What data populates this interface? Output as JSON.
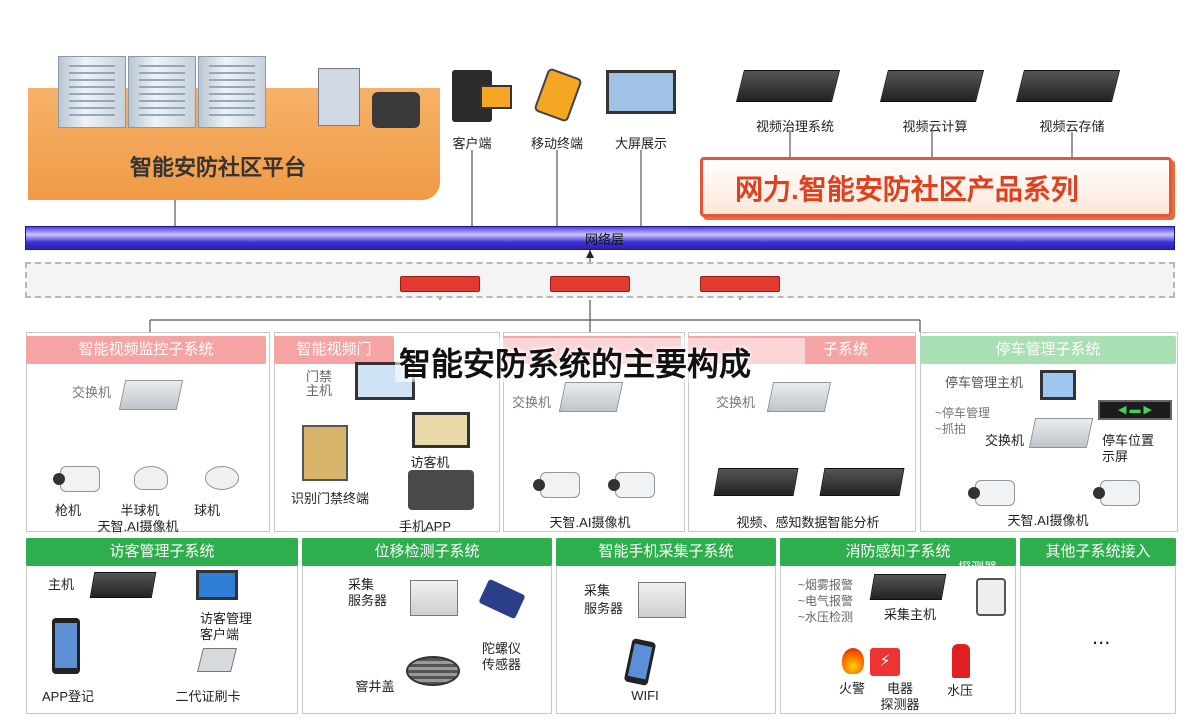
{
  "platform": {
    "title": "智能安防社区平台"
  },
  "top_nodes": {
    "client": "客户端",
    "mobile": "移动终端",
    "big_screen": "大屏展示",
    "video_governance": "视频治理系统",
    "video_cloud_compute": "视频云计算",
    "video_cloud_storage": "视频云存储"
  },
  "product_series": {
    "title": "网力.智能安防社区产品系列"
  },
  "network": {
    "label": "网络层"
  },
  "middle_devices": [
    "",
    "",
    ""
  ],
  "overlay": {
    "title": "智能安防系统的主要构成"
  },
  "upper_subsystems": [
    {
      "title": "智能视频监控子系统",
      "switch": "交换机",
      "gun": "枪机",
      "half": "半球机",
      "ball": "球机",
      "ai": "天智.AI摄像机"
    },
    {
      "title": "智能视频门",
      "host_line1": "门禁",
      "host_line2": "主机",
      "reader": "识别门禁终端",
      "visitor": "访客机",
      "app": "手机APP"
    },
    {
      "title": "",
      "switch": "交换机",
      "ai": "天智.AI摄像机"
    },
    {
      "title": "子系统",
      "switch": "交换机",
      "analysis": "视频、感知数据智能分析"
    },
    {
      "title": "停车管理子系统",
      "host": "停车管理主机",
      "opt1": "~停车管理",
      "opt2": "~抓拍",
      "switch": "交换机",
      "screen_line1": "停车位置",
      "screen_line2": "示屏",
      "ai": "天智.AI摄像机"
    }
  ],
  "lower_subsystems": [
    {
      "title": "访客管理子系统",
      "host": "主机",
      "client_line1": "访客管理",
      "client_line2": "客户端",
      "app": "APP登记",
      "idcard": "二代证刷卡"
    },
    {
      "title": "位移检测子系统",
      "server_line1": "采集",
      "server_line2": "服务器",
      "sensor_line1": "陀螺仪",
      "sensor_line2": "传感器",
      "cover": "窨井盖"
    },
    {
      "title": "智能手机采集子系统",
      "server_line1": "采集",
      "server_line2": "服务器",
      "wifi": "WIFI"
    },
    {
      "title": "消防感知子系统",
      "opt1": "~烟雾报警",
      "opt2": "~电气报警",
      "opt3": "~水压检测",
      "detector": "探测器",
      "host": "采集主机",
      "fire": "火警",
      "elec_line1": "电器",
      "elec_line2": "探测器",
      "water": "水压"
    },
    {
      "title": "其他子系统接入",
      "more": "..."
    }
  ]
}
